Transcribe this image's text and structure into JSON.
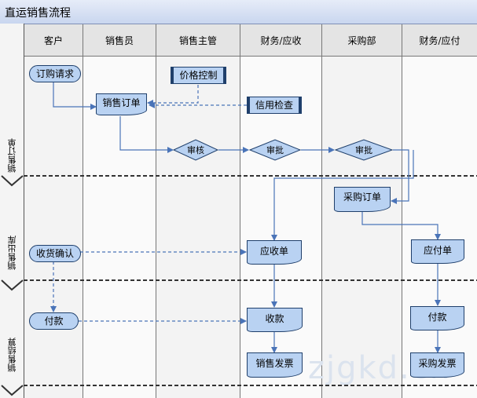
{
  "title": "直运销售流程",
  "lanes": [
    "客户",
    "销售员",
    "销售主管",
    "财务/应收",
    "采购部",
    "财务/应付"
  ],
  "phases": [
    "销售订单",
    "销售出库",
    "销售结算"
  ],
  "nodes": {
    "order_request": "订购请求",
    "price_control": "价格控制",
    "sales_order": "销售订单",
    "credit_check": "信用检查",
    "review": "审核",
    "approve_finance": "审批",
    "approve_purchase": "审批",
    "purchase_order": "采购订单",
    "receipt_confirm": "收货确认",
    "receivable_doc": "应收单",
    "payable_doc": "应付单",
    "payment": "付款",
    "collection": "收款",
    "sales_invoice": "销售发票",
    "pay": "付款",
    "purchase_invoice": "采购发票"
  },
  "watermark": "zjgkd.cn"
}
